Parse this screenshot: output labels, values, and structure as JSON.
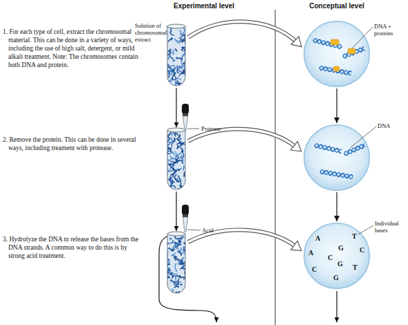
{
  "diagram": {
    "nodes": [
      {
        "text": [
          "DNA + proteins"
        ]
      },
      {
        "text": [
          "DNA"
        ]
      },
      {
        "text": [
          "Individual bases",
          "A",
          "T",
          "G",
          "C",
          "A",
          "C",
          "G",
          "T",
          "C",
          "G"
        ]
      }
    ],
    "edges": [
      {
        "from": 0,
        "to": 1,
        "arrow": "to"
      },
      {
        "from": 1,
        "to": 2,
        "arrow": "to"
      }
    ],
    "labels": [
      "Experimental level",
      "Conceptual level",
      "1. For each type of cell, extract the chromosomal material. This can be done in a variety of ways, including the use of high salt, detergent, or mild alkali treatment. Note: The chromosomes contain both DNA and protein.",
      "Solution of chromosomal extract",
      "2. Remove the protein. This can be done in several ways, including treament with protease.",
      "Protease",
      "3. Hydrolyze the DNA to release the bases from the DNA strands. A common way to do this is by strong acid treatment.",
      "Acid"
    ]
  }
}
